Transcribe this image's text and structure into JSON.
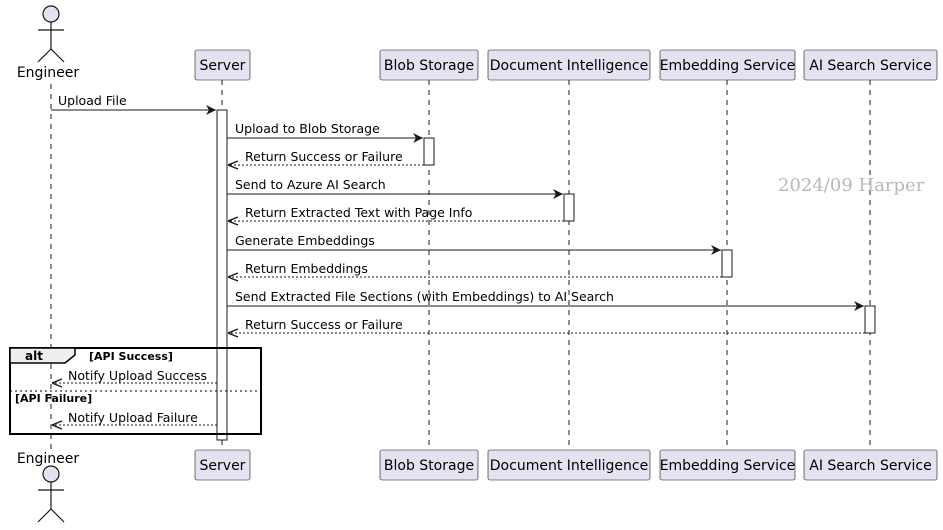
{
  "watermark": "2024/09 Harper",
  "actor": {
    "label": "Engineer"
  },
  "participants": [
    "Server",
    "Blob Storage",
    "Document Intelligence",
    "Embedding Service",
    "AI Search Service"
  ],
  "messages": [
    "Upload File",
    "Upload to Blob Storage",
    "Return Success or Failure",
    "Send to Azure AI Search",
    "Return Extracted Text with Page Info",
    "Generate Embeddings",
    "Return Embeddings",
    "Send Extracted File Sections (with Embeddings) to AI Search",
    "Return Success or Failure"
  ],
  "alt_frame": {
    "label": "alt",
    "guard_1": "[API Success]",
    "message_1": "Notify Upload Success",
    "guard_2": "[API Failure]",
    "message_2": "Notify Upload Failure"
  },
  "colors": {
    "participant_fill": "#e2e2f0",
    "participant_border": "#181818",
    "lifeline": "#181818",
    "watermark": "#b8b8b8"
  }
}
